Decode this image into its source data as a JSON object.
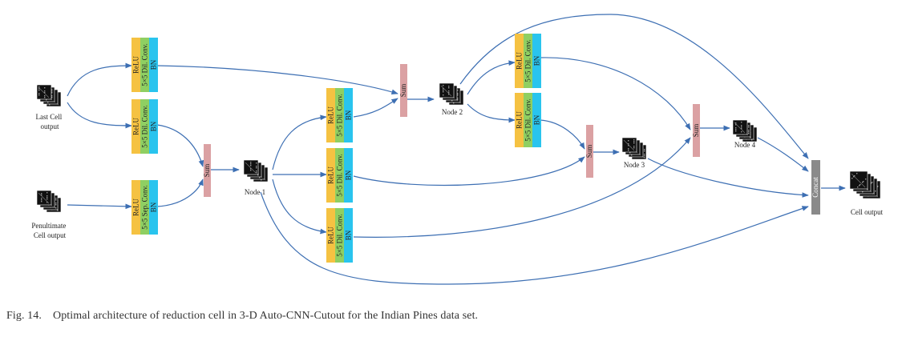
{
  "colors": {
    "relu": "#f5c242",
    "conv": "#8fcf62",
    "bn": "#29c4ee",
    "sum": "#dba1a3",
    "concat": "#8a8a8a",
    "edge": "#3d6fb3"
  },
  "inputs": {
    "last_cell": "Last Cell\noutput",
    "penultimate_cell": "Penultimate\nCell output"
  },
  "op_labels": {
    "relu": "ReLU",
    "dil_conv": "5×5 Dil. Conv.",
    "sep_conv": "5×5 Sep. Conv.",
    "bn": "BN"
  },
  "sum_label": "Sum",
  "concat_label": "Concat",
  "nodes": {
    "node1": "Node 1",
    "node2": "Node 2",
    "node3": "Node 3",
    "node4": "Node 4",
    "output": "Cell output"
  },
  "caption": {
    "number": "Fig. 14.",
    "text": "Optimal architecture of reduction cell in 3-D Auto-CNN-Cutout for the Indian Pines data set."
  }
}
